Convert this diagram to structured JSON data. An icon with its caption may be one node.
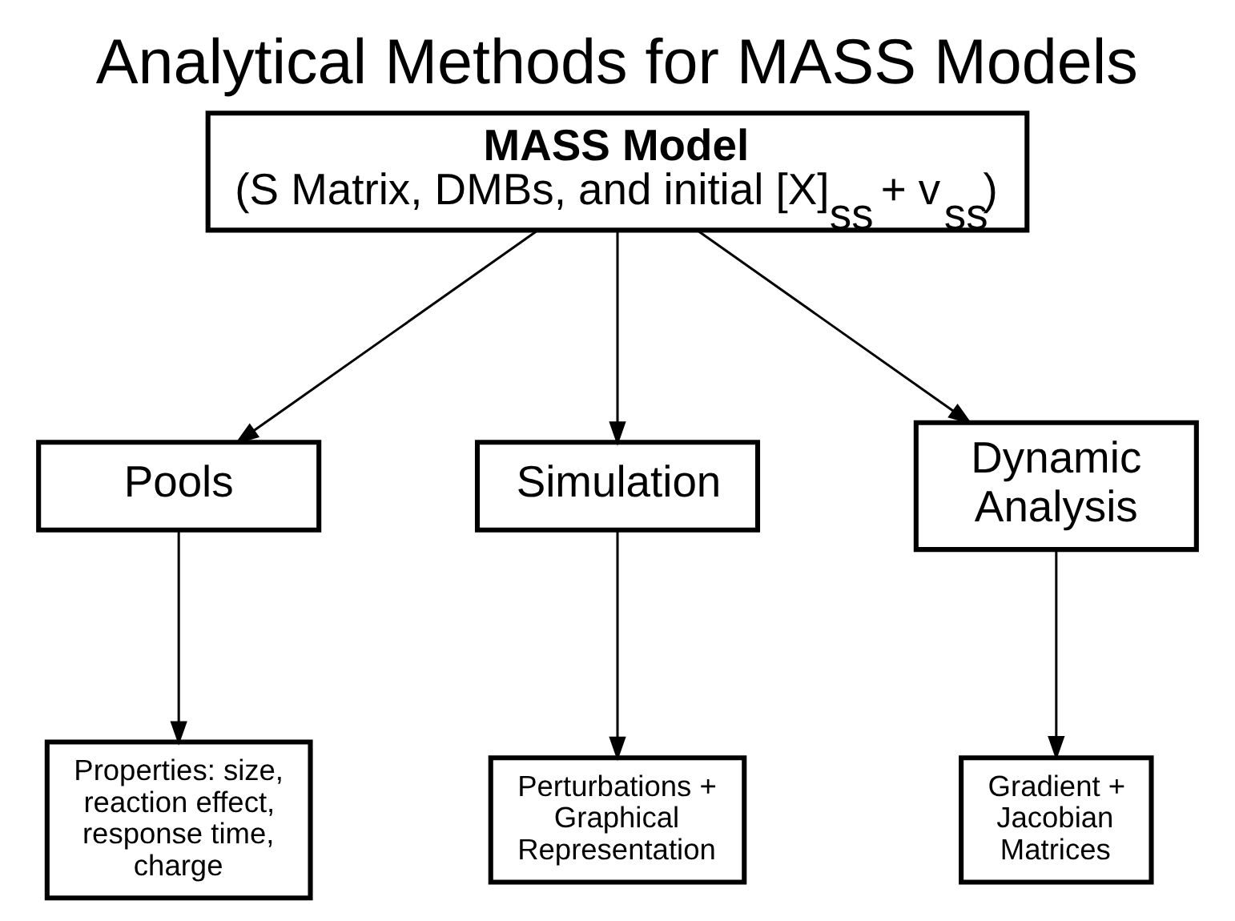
{
  "diagram": {
    "title": "Analytical Methods for MASS Models",
    "nodes": [
      {
        "text": [
          "MASS Model",
          "(S Matrix, DMBs, and initial [X]$_{ss}$ + v$_{ss}$)"
        ]
      },
      {
        "text": [
          "Pools"
        ]
      },
      {
        "text": [
          "Simulation"
        ]
      },
      {
        "text": [
          "Dynamic Analysis"
        ]
      },
      {
        "text": [
          "Properties: size, reaction effect, response time, charge"
        ]
      },
      {
        "text": [
          "Perturbations + Graphical Representation"
        ]
      },
      {
        "text": [
          "Gradient + Jacobian Matrices"
        ]
      }
    ],
    "edges": [
      {
        "from": 0,
        "to": 1,
        "arrow": "to"
      },
      {
        "from": 0,
        "to": 2,
        "arrow": "to"
      },
      {
        "from": 0,
        "to": 3,
        "arrow": "to"
      },
      {
        "from": 1,
        "to": 4,
        "arrow": "to"
      },
      {
        "from": 2,
        "to": 5,
        "arrow": "to"
      },
      {
        "from": 3,
        "to": 6,
        "arrow": "to"
      }
    ]
  }
}
